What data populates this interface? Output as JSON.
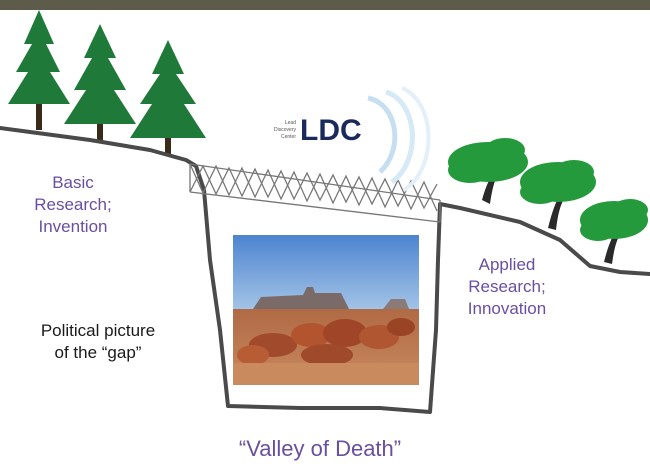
{
  "labels": {
    "basic_line1": "Basic",
    "basic_line2": "Research;",
    "basic_line3": "Invention",
    "applied_line1": "Applied",
    "applied_line2": "Research;",
    "applied_line3": "Innovation",
    "political_line1": "Political picture",
    "political_line2": "of the “gap”",
    "valley": "“Valley of Death”"
  },
  "logo": {
    "text": "LDC",
    "subtext_line1": "Lead",
    "subtext_line2": "Discovery",
    "subtext_line3": "Center"
  },
  "colors": {
    "label_purple": "#6a4fa0",
    "pine_green": "#1f7a3a",
    "oak_green": "#249a3c",
    "ground": "#4a4a4a",
    "logo_blue": "#1e7fc2",
    "logo_dark": "#1a2a5a"
  }
}
